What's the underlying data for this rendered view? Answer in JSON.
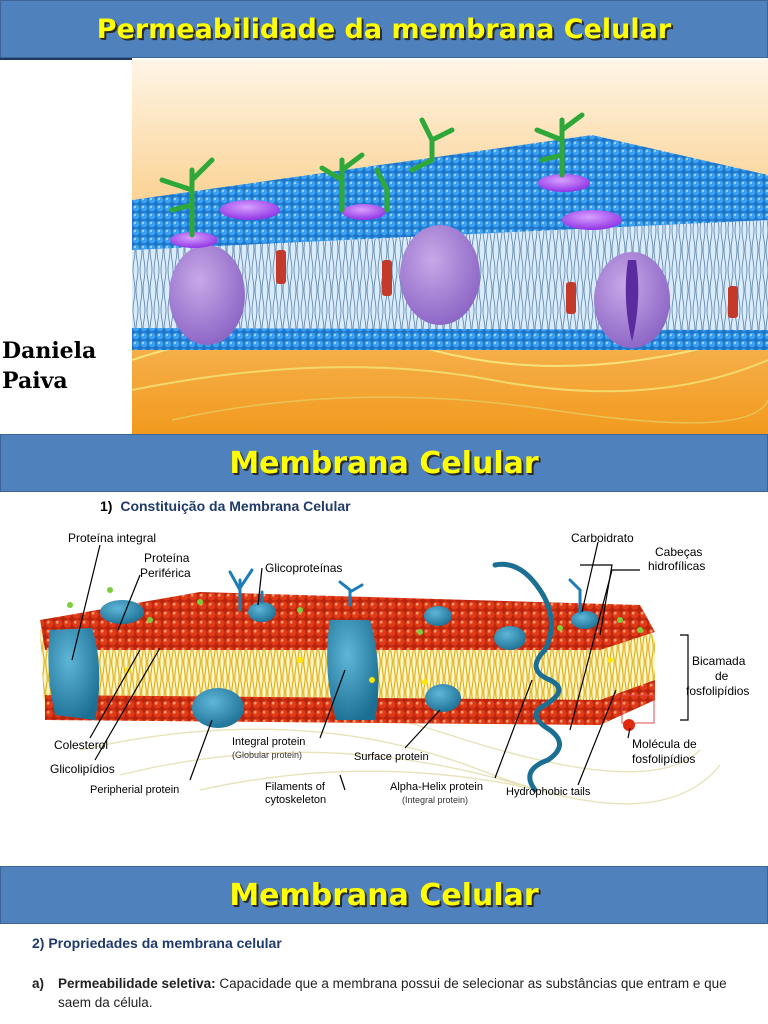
{
  "banners": {
    "top_title": "Permeabilidade da membrana Celular",
    "middle_title": "Membrana Celular",
    "bottom_title": "Membrana Celular"
  },
  "author": {
    "first": "Daniela",
    "last": "Paiva"
  },
  "section1": {
    "number": "1)",
    "title": "Constituição da Membrana Celular"
  },
  "diagram_labels": {
    "proteina_integral": "Proteína integral",
    "proteina_periferica_1": "Proteína",
    "proteina_periferica_2": "Periférica",
    "glicoproteinas": "Glicoproteínas",
    "carboidrato": "Carboidrato",
    "cabecas_1": "Cabeças",
    "cabecas_2": "hidrofílicas",
    "bicamada_1": "Bicamada",
    "bicamada_2": "de",
    "bicamada_3": "fosfolipídios",
    "colesterol": "Colesterol",
    "glicolipidios": "Glicolipídios",
    "integral_protein": "Integral protein",
    "globular_protein": "(Globular protein)",
    "surface_protein": "Surface protein",
    "peripherial_protein": "Peripherial protein",
    "filaments_1": "Filaments of",
    "filaments_2": "cytoskeleton",
    "alpha_helix": "Alpha-Helix protein",
    "alpha_integral": "(Integral protein)",
    "hydrophobic_tails": "Hydrophobic tails",
    "molecula_1": "Molécula de",
    "molecula_2": "fosfolipídios"
  },
  "section2": {
    "number": "2)",
    "title": "Propriedades da membrana celular"
  },
  "property_a": {
    "marker": "a)",
    "term": "Permeabilidade seletiva:",
    "text": " Capacidade que a membrana possui de selecionar as substâncias que entram e que saem da célula."
  },
  "colors": {
    "banner_bg": "#4f81bd",
    "banner_text": "#ffff00",
    "heading_text": "#1f3a6b"
  }
}
